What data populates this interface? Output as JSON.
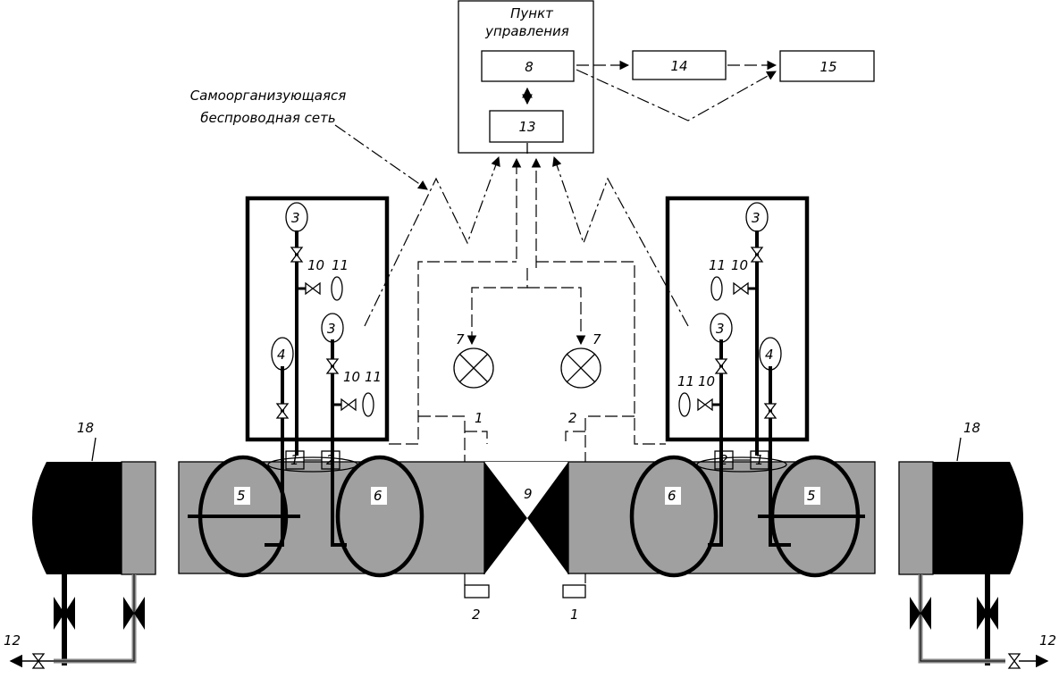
{
  "control_point": {
    "line1": "Пункт",
    "line2": "управления"
  },
  "network_label": {
    "line1": "Самоорганизующаяся",
    "line2": "беспроводная сеть"
  },
  "blocks": {
    "b8": "8",
    "b13": "13",
    "b14": "14",
    "b15": "15"
  },
  "labels": {
    "gauge": "3",
    "gauge4": "4",
    "valve10": "10",
    "sensor11": "11",
    "lamp7": "7",
    "tank5": "5",
    "tank6": "6",
    "gate9": "9",
    "tag1": "1",
    "tag2": "2",
    "barrier18": "18",
    "drain12": "12"
  },
  "colors": {
    "grey": "#a0a0a0",
    "black": "#000000"
  }
}
